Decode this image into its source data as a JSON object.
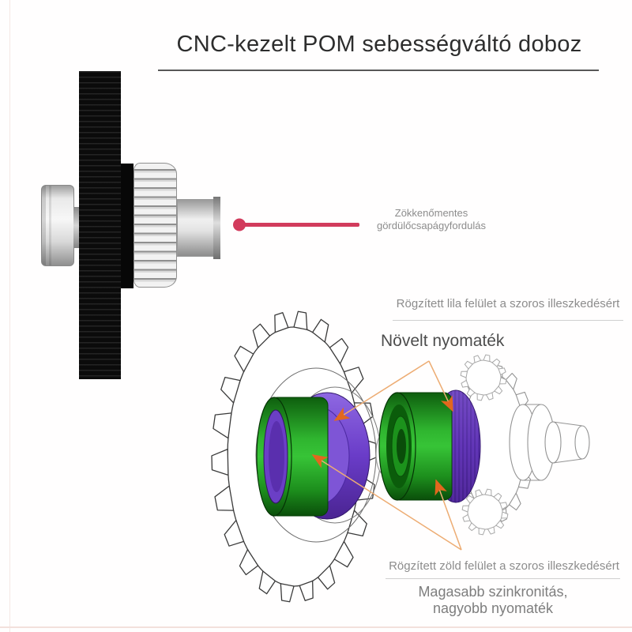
{
  "header": {
    "title": "CNC-kezelt POM sebességváltó doboz"
  },
  "photo_annotation": {
    "line1": "Zökkenőmentes",
    "line2": "gördülőcsapágyfordulás"
  },
  "cad_annotations": {
    "purple_note": "Rögzített lila felület a szoros illeszkedésért",
    "torque_note": "Növelt nyomaték",
    "green_note": "Rögzített zöld felület a szoros illeszkedésért",
    "bottom_line1": "Magasabb szinkronitás,",
    "bottom_line2": "nagyobb nyomaték"
  },
  "colors": {
    "accent_red": "#D23B5C",
    "arrow_orange": "#E2671E",
    "line_orange": "#EDAC73",
    "fixed_purple": "#6A3CC8",
    "fixed_green": "#1D9E1D",
    "title_text": "#2D2D2D",
    "note_text": "#8C8C8C"
  }
}
